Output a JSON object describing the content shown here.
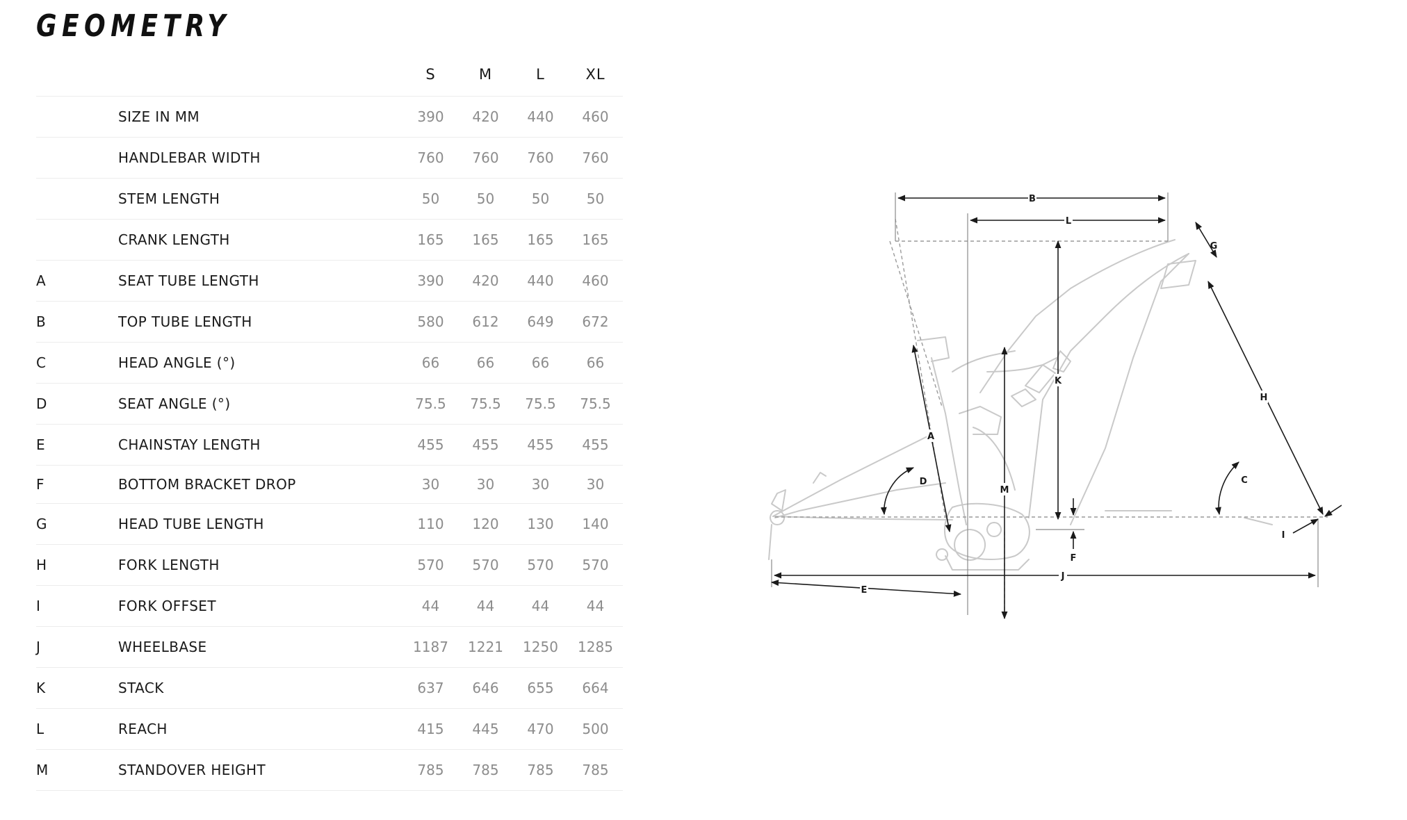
{
  "title": "GEOMETRY",
  "sizes": [
    "S",
    "M",
    "L",
    "XL"
  ],
  "rows": [
    {
      "letter": "",
      "label": "SIZE IN MM",
      "values": [
        "390",
        "420",
        "440",
        "460"
      ]
    },
    {
      "letter": "",
      "label": "HANDLEBAR WIDTH",
      "values": [
        "760",
        "760",
        "760",
        "760"
      ]
    },
    {
      "letter": "",
      "label": "STEM LENGTH",
      "values": [
        "50",
        "50",
        "50",
        "50"
      ]
    },
    {
      "letter": "",
      "label": "CRANK LENGTH",
      "values": [
        "165",
        "165",
        "165",
        "165"
      ]
    },
    {
      "letter": "A",
      "label": "SEAT TUBE LENGTH",
      "values": [
        "390",
        "420",
        "440",
        "460"
      ]
    },
    {
      "letter": "B",
      "label": "TOP TUBE LENGTH",
      "values": [
        "580",
        "612",
        "649",
        "672"
      ]
    },
    {
      "letter": "C",
      "label": "HEAD ANGLE (°)",
      "values": [
        "66",
        "66",
        "66",
        "66"
      ]
    },
    {
      "letter": "D",
      "label": "SEAT ANGLE (°)",
      "values": [
        "75.5",
        "75.5",
        "75.5",
        "75.5"
      ]
    },
    {
      "letter": "E",
      "label": "CHAINSTAY LENGTH",
      "values": [
        "455",
        "455",
        "455",
        "455"
      ]
    },
    {
      "letter": "F",
      "label": "BOTTOM BRACKET DROP",
      "values": [
        "30",
        "30",
        "30",
        "30"
      ]
    },
    {
      "letter": "G",
      "label": "HEAD TUBE LENGTH",
      "values": [
        "110",
        "120",
        "130",
        "140"
      ]
    },
    {
      "letter": "H",
      "label": "FORK LENGTH",
      "values": [
        "570",
        "570",
        "570",
        "570"
      ]
    },
    {
      "letter": "I",
      "label": "FORK OFFSET",
      "values": [
        "44",
        "44",
        "44",
        "44"
      ]
    },
    {
      "letter": "J",
      "label": "WHEELBASE",
      "values": [
        "1187",
        "1221",
        "1250",
        "1285"
      ]
    },
    {
      "letter": "K",
      "label": "STACK",
      "values": [
        "637",
        "646",
        "655",
        "664"
      ]
    },
    {
      "letter": "L",
      "label": "REACH",
      "values": [
        "415",
        "445",
        "470",
        "500"
      ]
    },
    {
      "letter": "M",
      "label": "STANDOVER HEIGHT",
      "values": [
        "785",
        "785",
        "785",
        "785"
      ]
    }
  ],
  "diagram_labels": [
    "A",
    "B",
    "C",
    "D",
    "E",
    "F",
    "G",
    "H",
    "I",
    "J",
    "K",
    "L",
    "M"
  ]
}
